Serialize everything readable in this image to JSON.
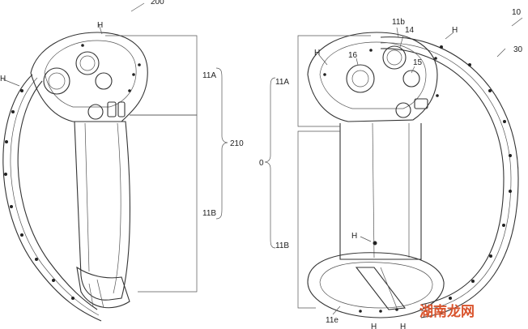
{
  "labels": {
    "fig_left": "200",
    "fig_right": "10",
    "h": "H",
    "l_11a": "11A",
    "l_11b": "11B",
    "l_210": "210",
    "l_0": "0",
    "l_11b_small": "11b",
    "l_14": "14",
    "l_15": "15",
    "l_16": "16",
    "l_30": "30",
    "l_11e": "11e"
  },
  "watermark": {
    "text": "湖南龙网",
    "color": "#d9532c"
  }
}
